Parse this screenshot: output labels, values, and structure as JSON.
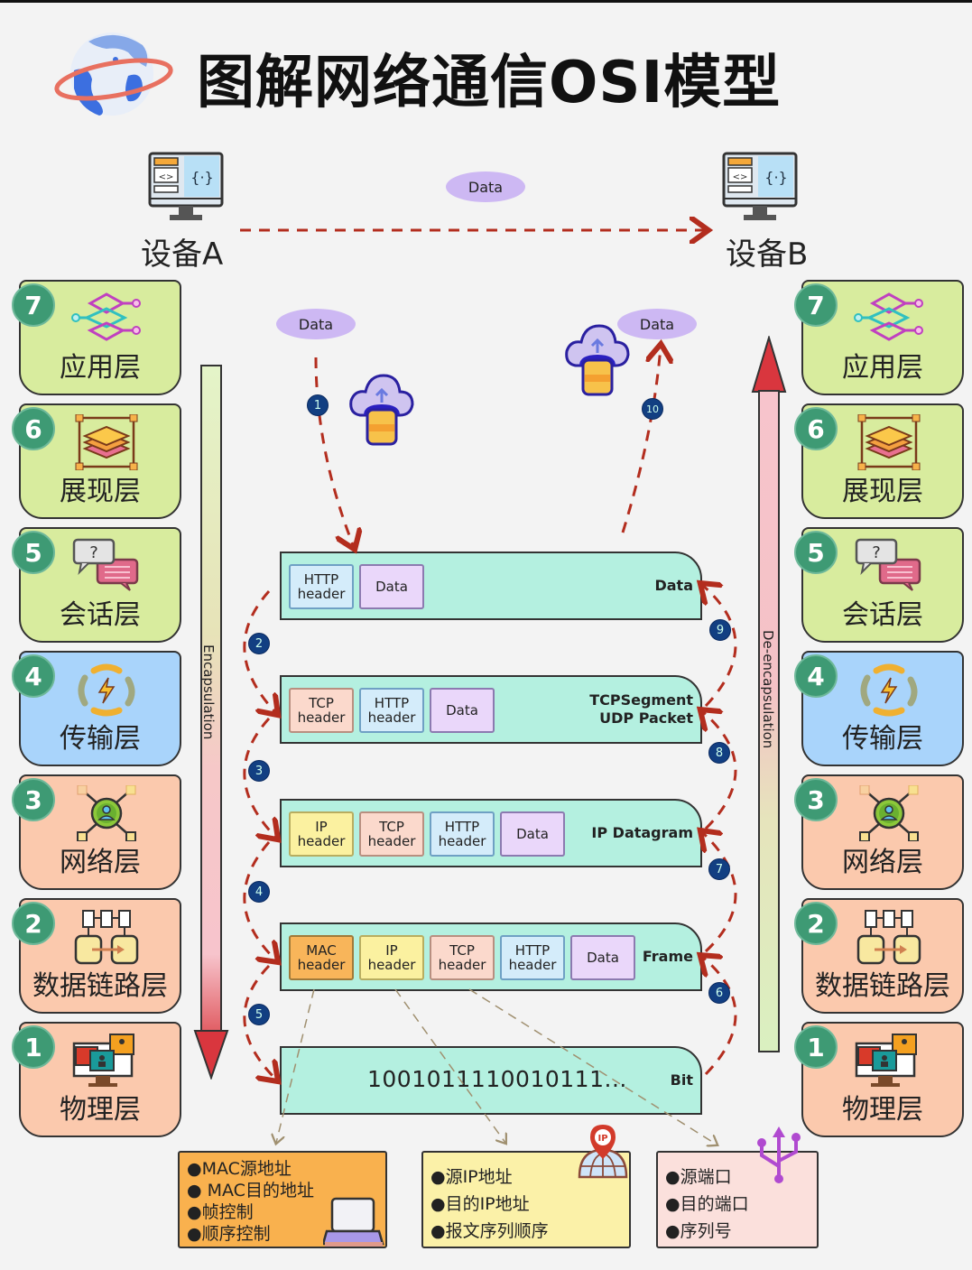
{
  "title": "图解网络通信OSI模型",
  "devices": {
    "a_label": "设备A",
    "b_label": "设备B",
    "top_data_label": "Data"
  },
  "flow": {
    "start_data_label": "Data",
    "end_data_label": "Data",
    "encapsulation_label": "Encapsulation",
    "deencapsulation_label": "De-encapsulation",
    "steps": [
      "1",
      "2",
      "3",
      "4",
      "5",
      "6",
      "7",
      "8",
      "9",
      "10"
    ]
  },
  "layers": [
    {
      "num": "7",
      "name": "应用层",
      "color": "green",
      "icon": "application-network-icon"
    },
    {
      "num": "6",
      "name": "展现层",
      "color": "green",
      "icon": "presentation-layers-icon"
    },
    {
      "num": "5",
      "name": "会话层",
      "color": "green",
      "icon": "session-chat-icon"
    },
    {
      "num": "4",
      "name": "传输层",
      "color": "blue",
      "icon": "transport-cycle-icon"
    },
    {
      "num": "3",
      "name": "网络层",
      "color": "peach",
      "icon": "network-user-icon"
    },
    {
      "num": "2",
      "name": "数据链路层",
      "color": "peach",
      "icon": "datalink-database-icon"
    },
    {
      "num": "1",
      "name": "物理层",
      "color": "peach",
      "icon": "physical-monitor-icon"
    }
  ],
  "packets": [
    {
      "type_lines": [
        "Data"
      ],
      "chips": [
        {
          "label1": "HTTP",
          "label2": "header",
          "kind": "http"
        },
        {
          "label1": "Data",
          "label2": "",
          "kind": "data"
        }
      ]
    },
    {
      "type_lines": [
        "TCPSegment",
        "UDP Packet"
      ],
      "chips": [
        {
          "label1": "TCP",
          "label2": "header",
          "kind": "tcp"
        },
        {
          "label1": "HTTP",
          "label2": "header",
          "kind": "http"
        },
        {
          "label1": "Data",
          "label2": "",
          "kind": "data"
        }
      ]
    },
    {
      "type_lines": [
        "IP Datagram"
      ],
      "chips": [
        {
          "label1": "IP",
          "label2": "header",
          "kind": "ip"
        },
        {
          "label1": "TCP",
          "label2": "header",
          "kind": "tcp"
        },
        {
          "label1": "HTTP",
          "label2": "header",
          "kind": "http"
        },
        {
          "label1": "Data",
          "label2": "",
          "kind": "data"
        }
      ]
    },
    {
      "type_lines": [
        "Frame"
      ],
      "chips": [
        {
          "label1": "MAC",
          "label2": "header",
          "kind": "mac"
        },
        {
          "label1": "IP",
          "label2": "header",
          "kind": "ip"
        },
        {
          "label1": "TCP",
          "label2": "header",
          "kind": "tcp"
        },
        {
          "label1": "HTTP",
          "label2": "header",
          "kind": "http"
        },
        {
          "label1": "Data",
          "label2": "",
          "kind": "data"
        }
      ]
    },
    {
      "type_lines": [
        "Bit"
      ],
      "bits": "1001011110010111...",
      "chips": []
    }
  ],
  "info_boxes": [
    {
      "name": "mac-info",
      "items": [
        "●MAC源地址",
        "● MAC目的地址",
        "●帧控制",
        "●顺序控制"
      ],
      "bg": "#f9b14e"
    },
    {
      "name": "ip-info",
      "items": [
        "●源IP地址",
        "●目的IP地址",
        "●报文序列顺序"
      ],
      "bg": "#fbf1a8"
    },
    {
      "name": "port-info",
      "items": [
        "●源端口",
        "●目的端口",
        "●序列号"
      ],
      "bg": "#fbe0dc"
    }
  ],
  "colors": {
    "arrow_red": "#b32d1e",
    "packet_bg": "#b4f0e0",
    "step_badge": "#123f82",
    "layer_badge": "#3e9a74"
  }
}
